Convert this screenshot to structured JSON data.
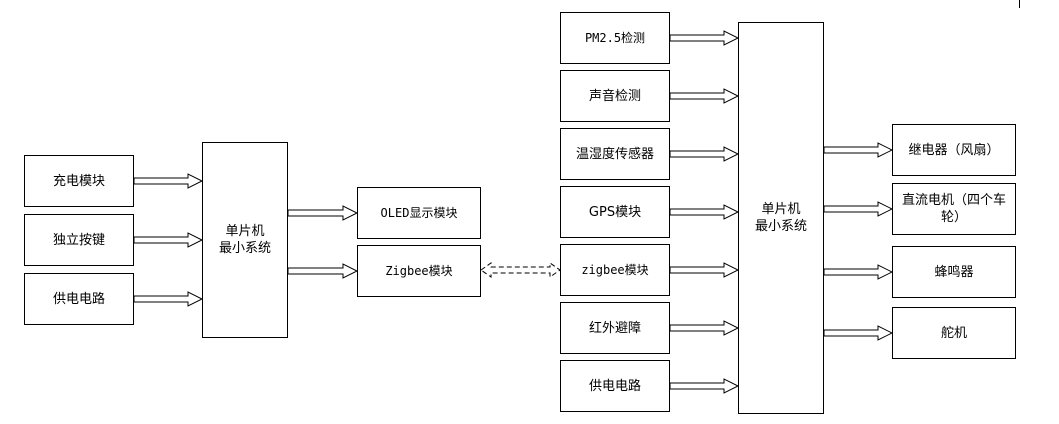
{
  "left": {
    "inputs": [
      "充电模块",
      "独立按键",
      "供电电路"
    ],
    "mcu": "单片机\n最小系统",
    "outputs": [
      "OLED显示模块",
      "Zigbee模块"
    ]
  },
  "right": {
    "inputs": [
      "PM2.5检测",
      "声音检测",
      "温湿度传感器",
      "GPS模块",
      "zigbee模块",
      "红外避障",
      "供电电路"
    ],
    "mcu": "单片机\n最小系统",
    "outputs": [
      "继电器（风扇）",
      "直流电机（四个车轮）",
      "蜂鸣器",
      "舵机"
    ]
  },
  "colors": {
    "line": "#000000",
    "fill": "#ffffff"
  }
}
